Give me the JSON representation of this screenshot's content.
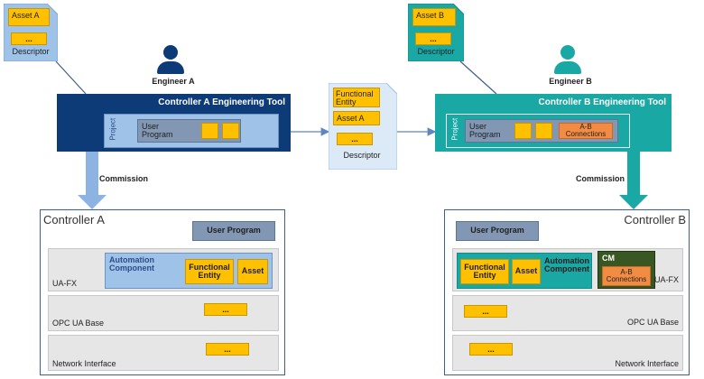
{
  "colors": {
    "dark_blue": "#0d3b78",
    "teal": "#1aa8a5",
    "yellow": "#ffc000",
    "light_blue": "#9fc3e8",
    "arrow_blue": "#8db3e2",
    "arrow_teal": "#1aa8a5",
    "orange": "#f28c43",
    "dark_green": "#385723"
  },
  "descriptor_a": {
    "asset": "Asset A",
    "dots": "...",
    "label": "Descriptor"
  },
  "descriptor_b": {
    "asset": "Asset B",
    "dots": "...",
    "label": "Descriptor"
  },
  "descriptor_middle": {
    "functional_entity": "Functional Entity",
    "asset": "Asset A",
    "dots": "...",
    "label": "Descriptor"
  },
  "engineer_a": {
    "label": "Engineer A"
  },
  "engineer_b": {
    "label": "Engineer B"
  },
  "tool_a": {
    "title": "Controller A Engineering Tool",
    "project": "Project",
    "user_program": "User Program"
  },
  "tool_b": {
    "title": "Controller B Engineering Tool",
    "project": "Project",
    "user_program": "User Program",
    "connections": "A-B Connections"
  },
  "commission": {
    "a": "Commission",
    "b": "Commission"
  },
  "controller_a": {
    "title": "Controller A",
    "user_program": "User Program",
    "automation_component": "Automation Component",
    "functional_entity": "Functional Entity",
    "asset": "Asset",
    "ua_fx": "UA-FX",
    "opc_base": "OPC UA Base",
    "opc_dots": "...",
    "network": "Network Interface",
    "network_dots": "..."
  },
  "controller_b": {
    "title": "Controller B",
    "user_program": "User Program",
    "functional_entity": "Functional Entity",
    "asset": "Asset",
    "automation_component": "Automation Component",
    "cm": "CM",
    "connections": "A-B Connections",
    "ua_fx": "UA-FX",
    "opc_base": "OPC UA Base",
    "opc_dots": "...",
    "network": "Network Interface",
    "network_dots": "..."
  }
}
